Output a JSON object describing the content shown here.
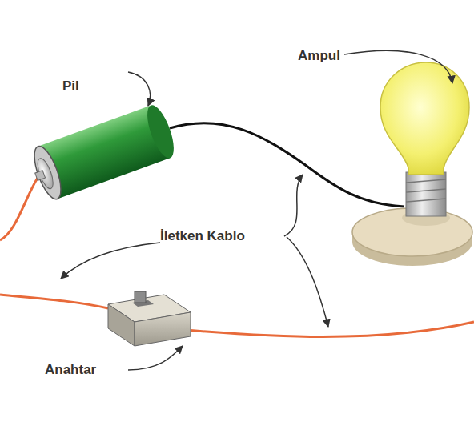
{
  "diagram": {
    "labels": [
      "Pil",
      "Ampul",
      "İletken Kablo",
      "Anahtar"
    ]
  }
}
